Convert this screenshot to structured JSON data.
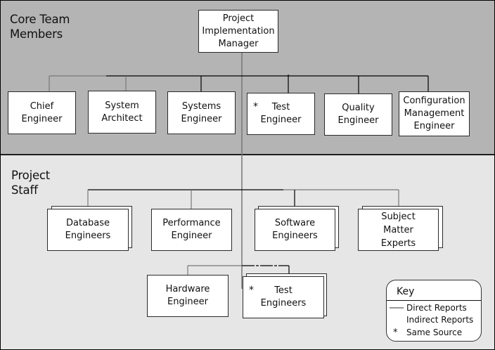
{
  "sections": {
    "core": {
      "label_line1": "Core Team",
      "label_line2": "Members"
    },
    "staff": {
      "label_line1": "Project",
      "label_line2": "Staff"
    }
  },
  "root": {
    "line1": "Project",
    "line2": "Implementation",
    "line3": "Manager"
  },
  "core_members": [
    {
      "line1": "Chief",
      "line2": "Engineer",
      "star": ""
    },
    {
      "line1": "System",
      "line2": "Architect",
      "star": ""
    },
    {
      "line1": "Systems",
      "line2": "Engineer",
      "star": ""
    },
    {
      "line1": "Test",
      "line2": "Engineer",
      "star": "*"
    },
    {
      "line1": "Quality",
      "line2": "Engineer",
      "star": ""
    },
    {
      "line1": "Configuration",
      "line2": "Management",
      "line3": "Engineer",
      "star": ""
    }
  ],
  "staff_members": [
    {
      "line1": "Database",
      "line2": "Engineers",
      "multiple": true
    },
    {
      "line1": "Performance",
      "line2": "Engineer",
      "multiple": false
    },
    {
      "line1": "Software",
      "line2": "Engineers",
      "multiple": true
    },
    {
      "line1": "Subject",
      "line2": "Matter",
      "line3": "Experts",
      "multiple": true
    },
    {
      "line1": "Hardware",
      "line2": "Engineer",
      "multiple": false
    },
    {
      "line1": "Test",
      "line2": "Engineers",
      "multiple": true,
      "star": "*"
    }
  ],
  "key": {
    "title": "Key",
    "items": [
      {
        "symbol": "line-gray",
        "label": "Direct Reports"
      },
      {
        "symbol": "none",
        "label": "Indirect Reports"
      },
      {
        "symbol": "*",
        "label": "Same Source"
      }
    ]
  },
  "colors": {
    "core_band": "#b4b4b4",
    "staff_band": "#e6e6e6",
    "direct_line": "#777777",
    "indirect_line": "#000000"
  }
}
